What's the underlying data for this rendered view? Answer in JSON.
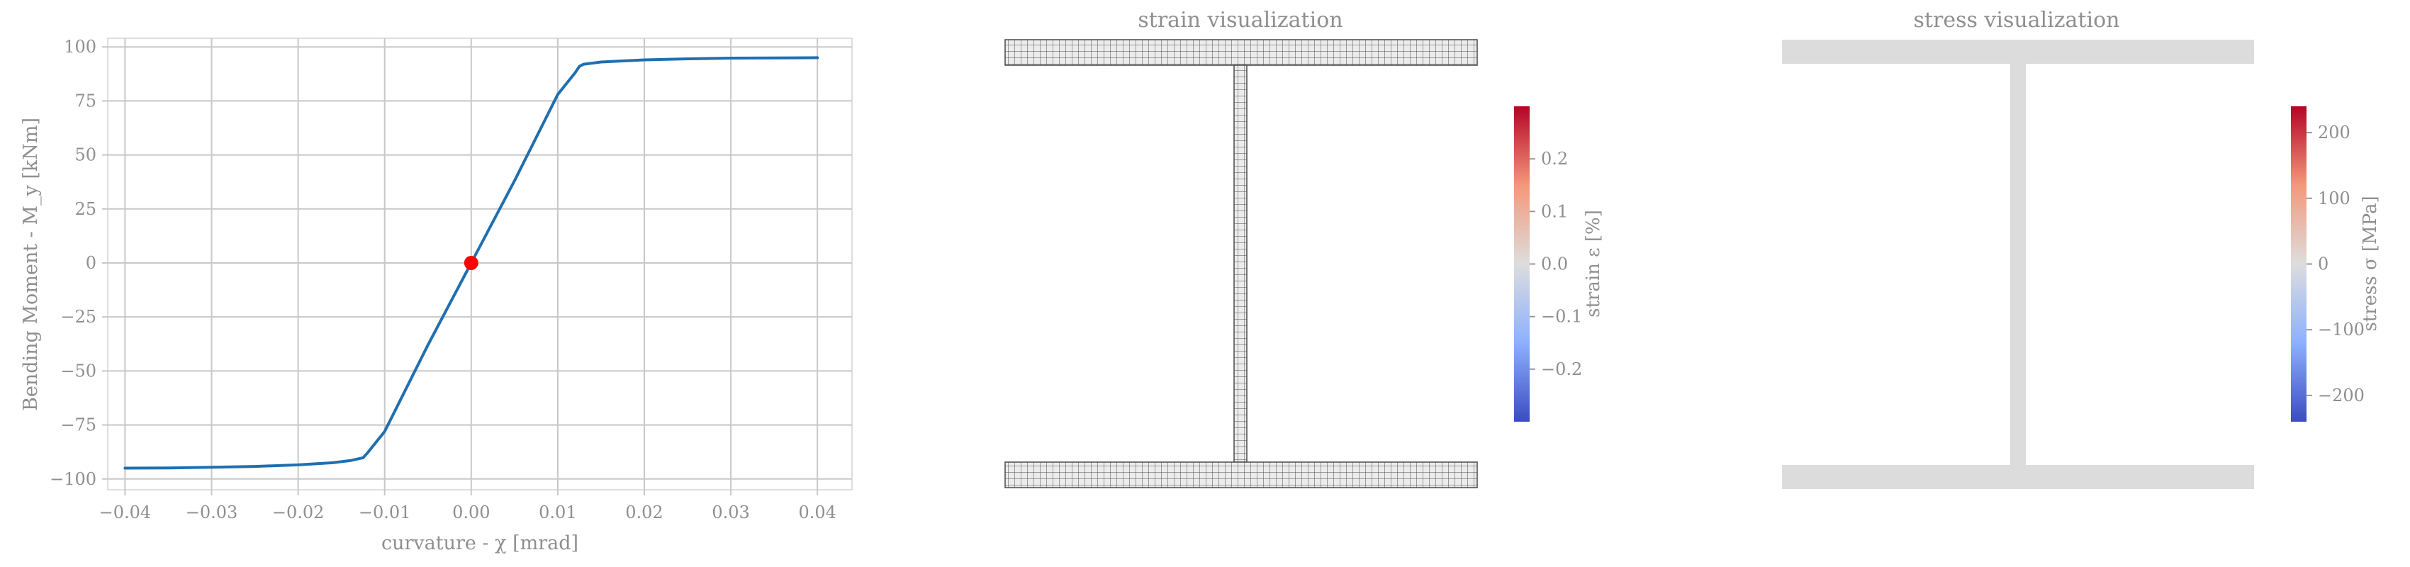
{
  "chart_data": [
    {
      "type": "line",
      "title": "",
      "xlabel": "curvature - χ [mrad]",
      "ylabel": "Bending Moment - M_y [kNm]",
      "xlim": [
        -0.042,
        0.044
      ],
      "ylim": [
        -105,
        104
      ],
      "grid": true,
      "xticks": [
        -0.04,
        -0.03,
        -0.02,
        -0.01,
        0.0,
        0.01,
        0.02,
        0.03,
        0.04
      ],
      "xtick_labels": [
        "−0.04",
        "−0.03",
        "−0.02",
        "−0.01",
        "0.00",
        "0.01",
        "0.02",
        "0.03",
        "0.04"
      ],
      "yticks": [
        100,
        75,
        50,
        25,
        0,
        -25,
        -50,
        -75,
        -100
      ],
      "ytick_labels": [
        "100",
        "75",
        "50",
        "25",
        "0",
        "−25",
        "−50",
        "−75",
        "−100"
      ],
      "series": [
        {
          "name": "",
          "color": "#1f6fb0",
          "x": [
            -0.04,
            -0.035,
            -0.03,
            -0.025,
            -0.02,
            -0.016,
            -0.014,
            -0.0125,
            -0.012,
            -0.01,
            -0.005,
            0.0,
            0.005,
            0.01,
            0.012,
            0.0125,
            0.013,
            0.015,
            0.02,
            0.025,
            0.03,
            0.035,
            0.04
          ],
          "y": [
            -95,
            -94.9,
            -94.6,
            -94.2,
            -93.5,
            -92.5,
            -91.5,
            -90.2,
            -88,
            -78,
            -38,
            0,
            38,
            78,
            88,
            91,
            92,
            93,
            94,
            94.5,
            94.8,
            94.9,
            95
          ]
        }
      ],
      "marker": {
        "x": 0.0,
        "y": 0,
        "color": "#ff0000"
      }
    },
    {
      "type": "heatmap",
      "title": "strain visualization",
      "colorbar_label": "strain ε [%]",
      "colorbar_range": [
        -0.3,
        0.3
      ],
      "colorbar_ticks": [
        0.2,
        0.1,
        0.0,
        -0.1,
        -0.2
      ],
      "colorbar_tick_labels": [
        "0.2",
        "0.1",
        "0.0",
        "−0.1",
        "−0.2"
      ]
    },
    {
      "type": "heatmap",
      "title": "stress visualization",
      "colorbar_label": "stress σ [MPa]",
      "colorbar_range": [
        -240,
        240
      ],
      "colorbar_ticks": [
        200,
        100,
        0,
        -100,
        -200
      ],
      "colorbar_tick_labels": [
        "200",
        "100",
        "0",
        "−100",
        "−200"
      ]
    }
  ],
  "colors": {
    "grid": "#c8c8c8",
    "frame": "#dedede",
    "section_fill": "#dcdcdc",
    "mesh_line": "#4a4a4a"
  }
}
